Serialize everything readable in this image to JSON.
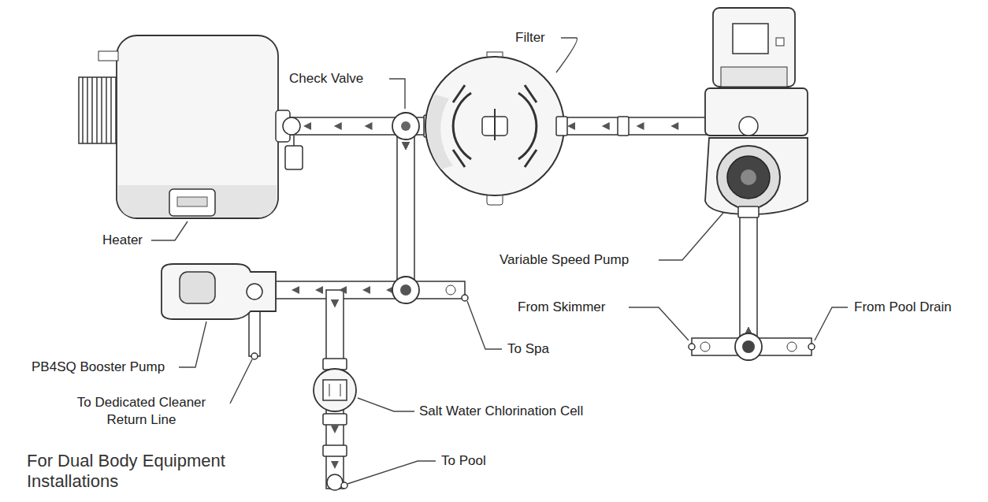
{
  "diagram": {
    "title": "For Dual Body Equipment Installations",
    "labels": [
      "Filter",
      "Check Valve",
      "Heater",
      "Variable Speed Pump",
      "From Skimmer",
      "From Pool Drain",
      "To Spa",
      "PB4SQ Booster Pump",
      "To Dedicated Cleaner Return Line",
      "Salt Water Chlorination Cell",
      "To Pool"
    ]
  }
}
